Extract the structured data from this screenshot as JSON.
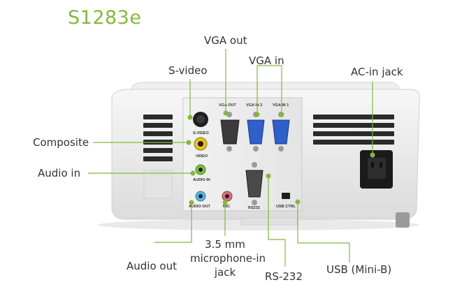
{
  "title": "S1283e",
  "accent_color": "#84b83a",
  "callouts": {
    "vga_out": "VGA out",
    "s_video": "S-video",
    "vga_in": "VGA in",
    "ac_in": "AC-in jack",
    "composite": "Composite",
    "audio_in": "Audio in",
    "audio_out": "Audio out",
    "mic_line1": "3.5 mm",
    "mic_line2": "microphone-in",
    "mic_line3": "jack",
    "rs232": "RS-232",
    "usb": "USB  (Mini-B)"
  },
  "panel_labels": {
    "vga_out": "VGA OUT",
    "vga_in_2": "VGA IN 2",
    "vga_in_1": "VGA IN 1",
    "s_video": "S-VIDEO",
    "video": "VIDEO",
    "audio_in": "AUDIO IN",
    "audio_out": "AUDIO OUT",
    "mic": "MIC",
    "rs232": "RS232",
    "usb_ctrl": "USB CTRL"
  }
}
